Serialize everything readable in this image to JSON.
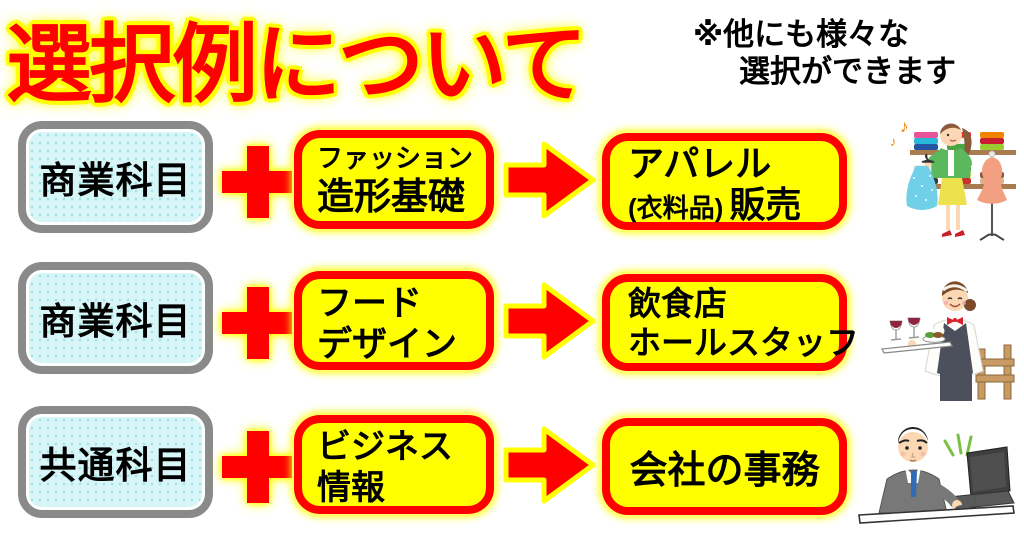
{
  "title": "選択例について",
  "note": {
    "line1": "※他にも様々な",
    "line2": "選択ができます"
  },
  "colors": {
    "title_red": "#ff0000",
    "glow_yellow": "#ffff00",
    "subject_fill": "#d8f6f7",
    "subject_dot": "#9fe3e6",
    "subject_border": "#8a8a8a",
    "course_fill": "#ffff00",
    "course_border": "#ff0000",
    "text_black": "#000000"
  },
  "icons": {
    "plus_icon": "+",
    "arrow_right_icon": "→",
    "music_note": "♪"
  },
  "rows": [
    {
      "subject": "商業科目",
      "course": {
        "line1": "ファッション",
        "line2": "造形基礎"
      },
      "result": {
        "line1": "アパレル",
        "line2_small": "(衣料品)",
        "line2": "販売"
      },
      "illustration": "apparel-shop-clerk"
    },
    {
      "subject": "商業科目",
      "course": {
        "line1": "フード",
        "line2": "デザイン"
      },
      "result": {
        "line1": "飲食店",
        "line2": "ホールスタッフ"
      },
      "illustration": "restaurant-hall-staff"
    },
    {
      "subject": "共通科目",
      "course": {
        "line1": "ビジネス",
        "line2": "情報"
      },
      "result": {
        "line1": "会社の事務"
      },
      "illustration": "office-worker"
    }
  ]
}
